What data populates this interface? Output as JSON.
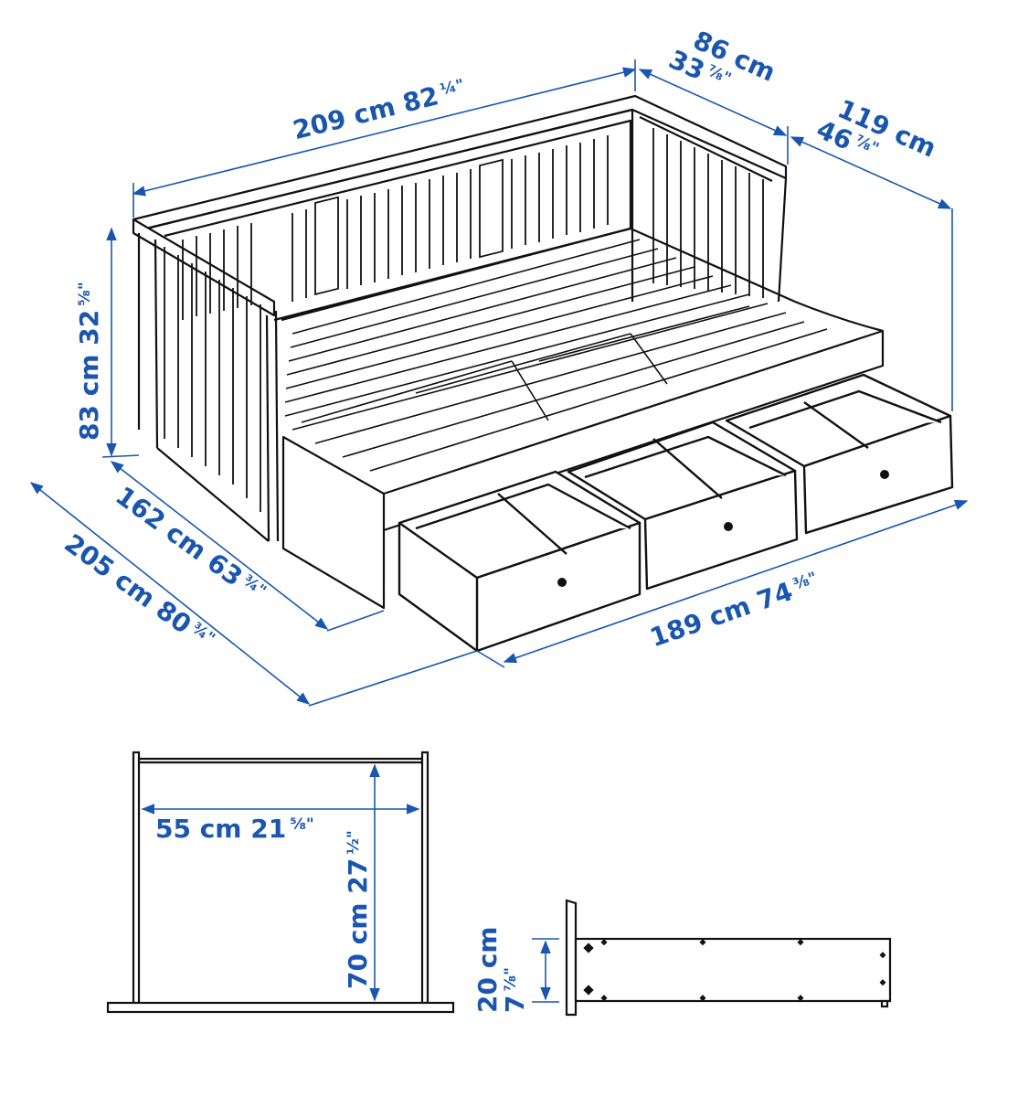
{
  "diagram": {
    "subject": "Daybed frame with 3 drawers — dimension drawing",
    "colors": {
      "dimension": "#1a56b0",
      "linework": "#111111",
      "background": "#ffffff"
    },
    "dimensions": {
      "total_length": {
        "cm": "209 cm",
        "in": "82",
        "in_frac": "¼\""
      },
      "depth_top": {
        "cm": "86 cm",
        "in": "33",
        "in_frac": "⅞\""
      },
      "depth_extended": {
        "cm": "119 cm",
        "in": "46",
        "in_frac": "⅞\""
      },
      "height": {
        "cm": "83 cm",
        "in": "32",
        "in_frac": "⅝\""
      },
      "bed_width": {
        "cm": "162 cm",
        "in": "63",
        "in_frac": "¾\""
      },
      "overall_length": {
        "cm": "205 cm",
        "in": "80",
        "in_frac": "¾\""
      },
      "drawer_span": {
        "cm": "189 cm",
        "in": "74",
        "in_frac": "⅜\""
      }
    },
    "drawer_detail": {
      "width": {
        "cm": "55 cm",
        "in": "21",
        "in_frac": "⅝\""
      },
      "depth": {
        "cm": "70 cm",
        "in": "27",
        "in_frac": "½\""
      }
    },
    "side_detail": {
      "height": {
        "cm": "20 cm",
        "in": "7",
        "in_frac": "⅞\""
      }
    }
  }
}
